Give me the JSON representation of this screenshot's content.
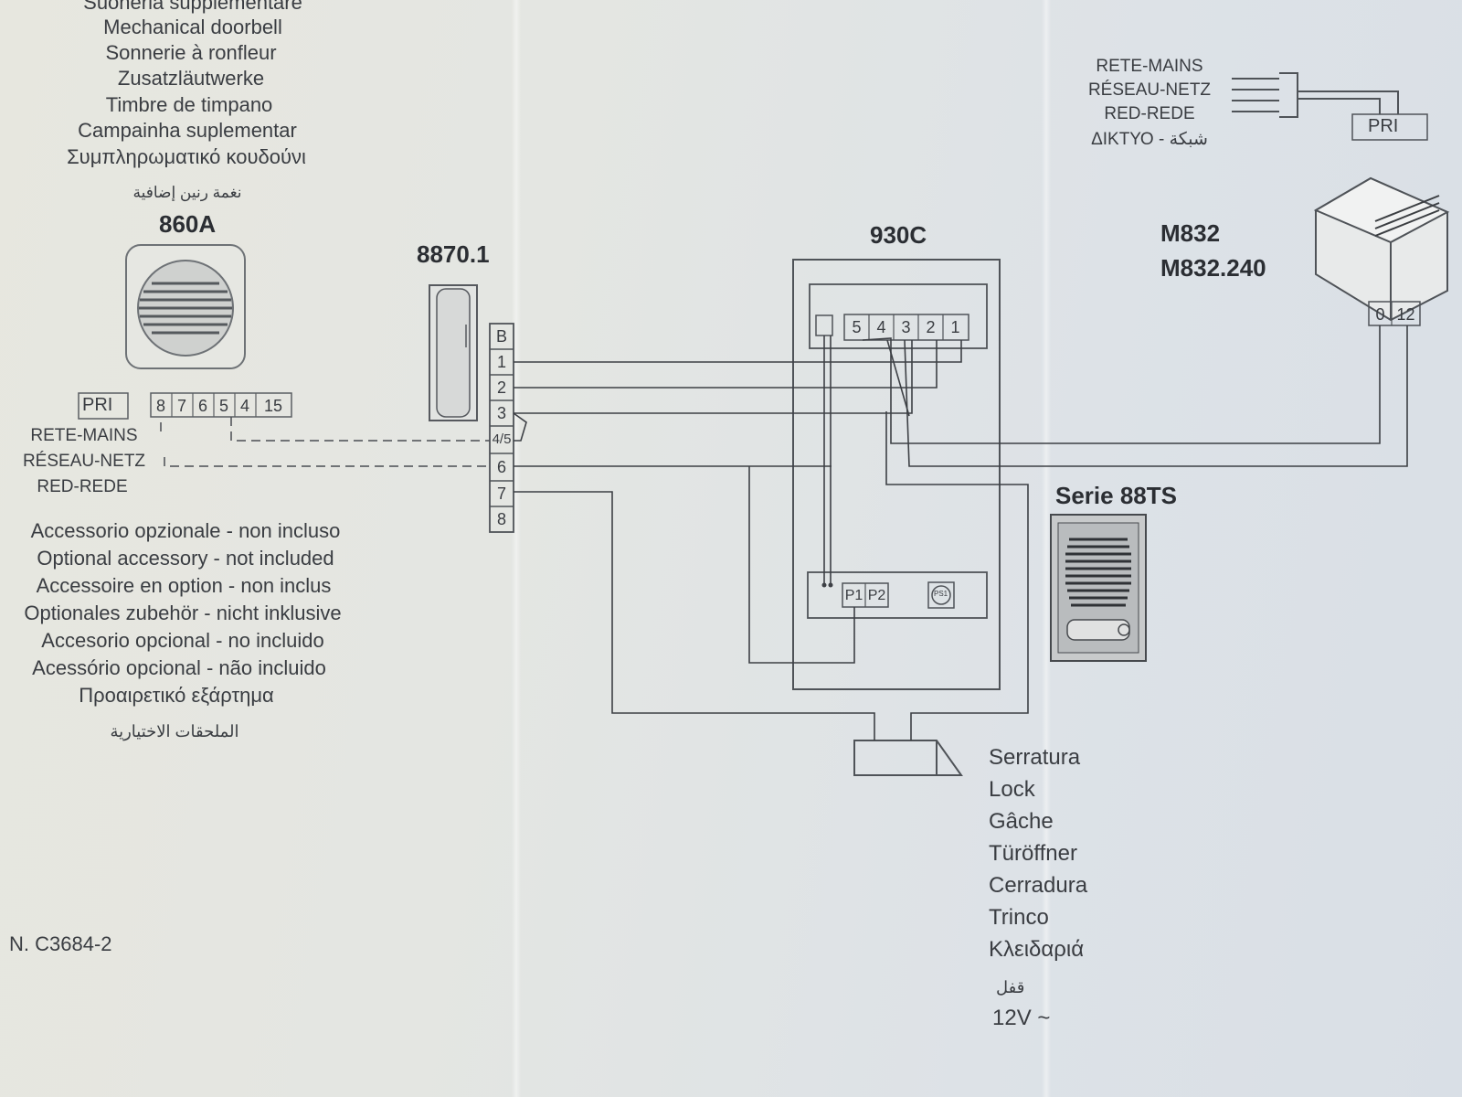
{
  "doorbell": {
    "lines": [
      "Suoneria supplementare",
      "Mechanical doorbell",
      "Sonnerie à ronfleur",
      "Zusatzläutwerke",
      "Timbre de timpano",
      "Campainha suplementar",
      "Συμπληρωματικό κουδούνι",
      "نغمة رنين إضافية"
    ],
    "model": "860A",
    "pri_label": "PRI",
    "terminals": [
      "8",
      "7",
      "6",
      "5",
      "4",
      "15"
    ],
    "mains": [
      "RETE-MAINS",
      "RÉSEAU-NETZ",
      "RED-REDE"
    ]
  },
  "optional": {
    "lines": [
      "Accessorio opzionale - non incluso",
      "Optional accessory - not included",
      "Accessoire en option - non inclus",
      "Optionales zubehör - nicht inklusive",
      "Accesorio opcional - no incluido",
      "Acessório opcional - não incluido",
      "Προαιρετικό εξάρτημα",
      "الملحقات الاختيارية"
    ]
  },
  "handset": {
    "model": "8870.1",
    "terminals": [
      "B",
      "1",
      "2",
      "3",
      "4/5",
      "6",
      "7",
      "8"
    ]
  },
  "panel": {
    "model": "930C",
    "terminals": [
      "5",
      "4",
      "3",
      "2",
      "1"
    ],
    "p1": "P1",
    "p2": "P2",
    "ps_label": "PS1"
  },
  "power": {
    "mains": [
      "RETE-MAINS",
      "RÉSEAU-NETZ",
      "RED-REDE",
      "ΔΙΚΤΥΟ - شبكة"
    ],
    "pri_label": "PRI",
    "models": [
      "M832",
      "M832.240"
    ],
    "terminals": [
      "0",
      "12"
    ]
  },
  "outdoor": {
    "model": "Serie 88TS"
  },
  "lock": {
    "lines": [
      "Serratura",
      "Lock",
      "Gâche",
      "Türöffner",
      "Cerradura",
      "Trinco",
      "Κλειδαριά",
      "قفل",
      "12V ~"
    ]
  },
  "doc_number": "N. C3684-2"
}
